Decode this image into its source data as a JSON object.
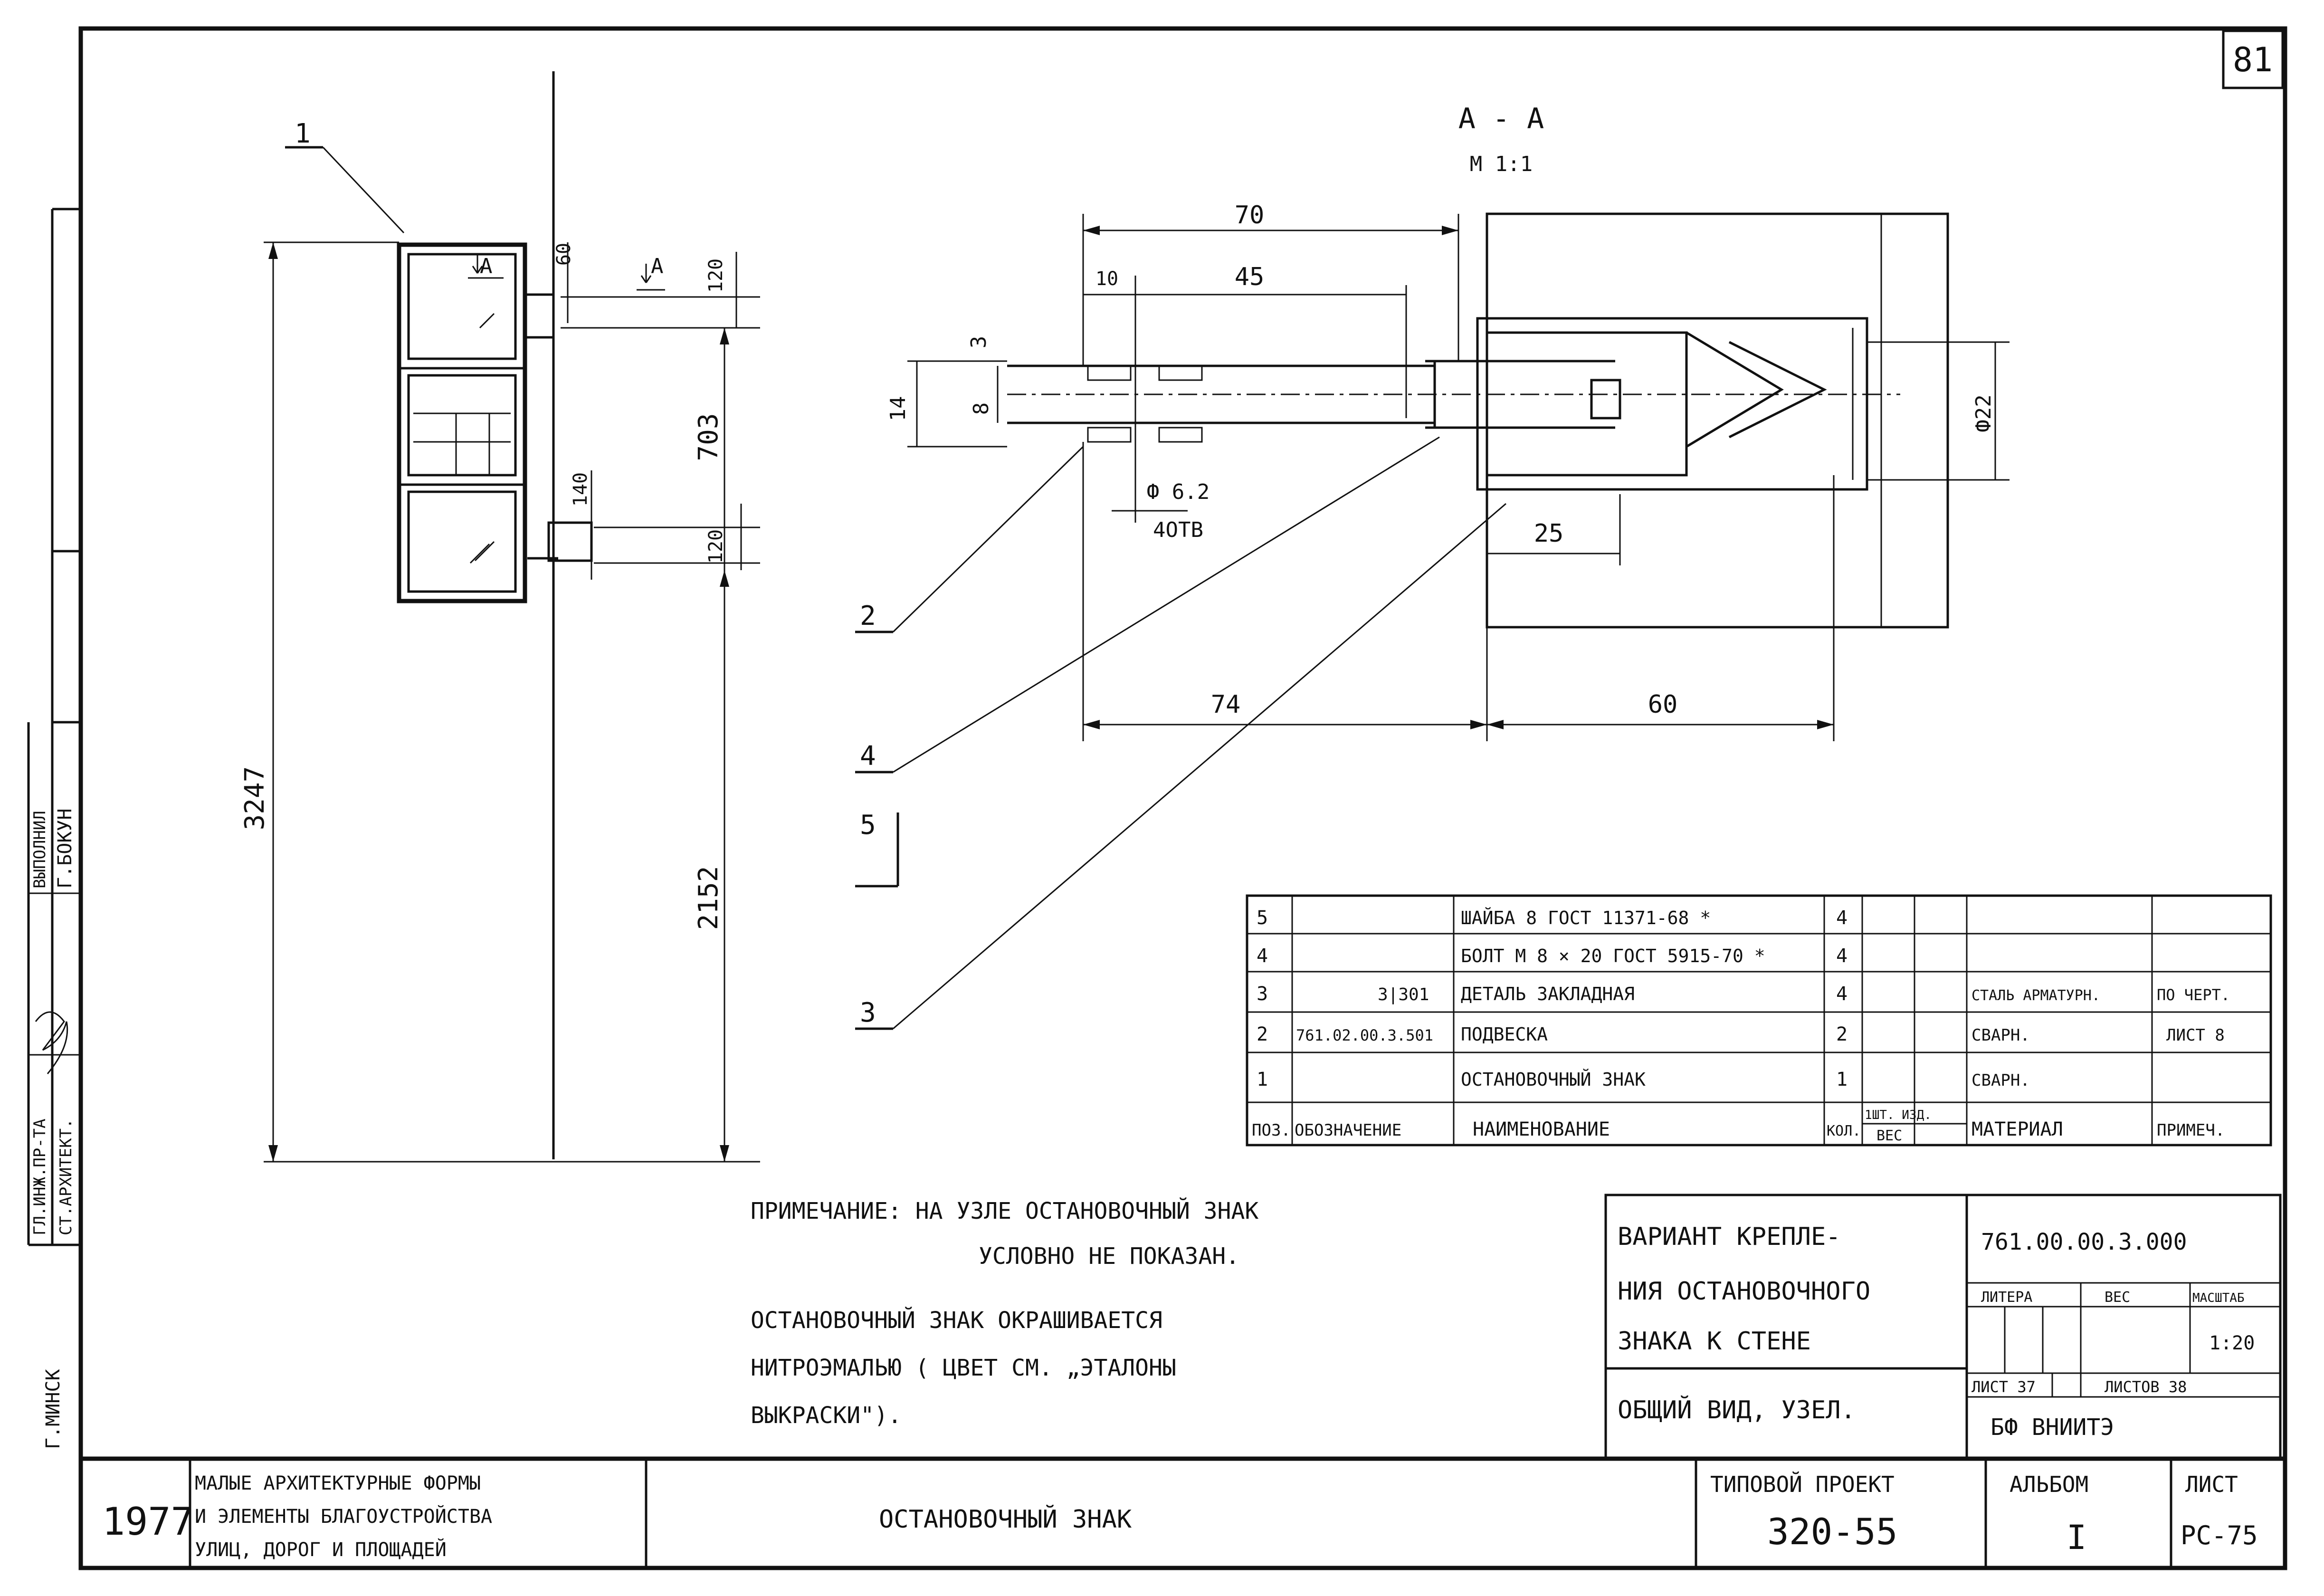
{
  "sheet_number": "81",
  "section_title": "А - А",
  "section_scale": "М 1:1",
  "left_strip": {
    "chief_engineer_label": "ГЛ.ИНЖ.ПР-ТА",
    "senior_architect_label": "СТ.АРХИТЕКТ.",
    "performed_label": "ВЫПОЛНИЛ",
    "performer_name": "Г.БОКУН",
    "city": "Г.МИНСК"
  },
  "callouts": {
    "c1": "1",
    "c2": "2",
    "c3": "3",
    "c4": "4",
    "c5": "5"
  },
  "elevation_dims": {
    "total_height": "3247",
    "lower_height": "2152",
    "span": "703",
    "bracket_top": "120",
    "bracket_bottom": "120",
    "offset_top": "60",
    "offset_side": "140",
    "section_mark_left": "А",
    "section_mark_right": "А"
  },
  "section_dims": {
    "d70": "70",
    "d10": "10",
    "d45": "45",
    "d3": "3",
    "d14": "14",
    "d8": "8",
    "hole_label": "Ф 6.2",
    "hole_count": "4ОТВ",
    "d22": "Ф22",
    "d25": "25",
    "d74": "74",
    "d60": "60"
  },
  "spec_table": {
    "headers": [
      "ПОЗ.",
      "ОБОЗНАЧЕНИЕ",
      "НАИМЕНОВАНИЕ",
      "КОЛ.",
      "1ШТ. ИЗД.",
      "ВЕС",
      "МАТЕРИАЛ",
      "ПРИМЕЧ."
    ],
    "rows": [
      {
        "pos": "5",
        "code": "",
        "name": "ШАЙБА 8 ГОСТ 11371-68 *",
        "qty": "4",
        "material": "",
        "note": ""
      },
      {
        "pos": "4",
        "code": "",
        "name": "БОЛТ М 8 × 20 ГОСТ 5915-70 *",
        "qty": "4",
        "material": "",
        "note": ""
      },
      {
        "pos": "3",
        "code": "3|301",
        "name": "ДЕТАЛЬ ЗАКЛАДНАЯ",
        "qty": "4",
        "material": "СТАЛЬ АРМАТУРН.",
        "note": "ПО ЧЕРТ."
      },
      {
        "pos": "2",
        "code": "761.02.00.3.501",
        "name": "ПОДВЕСКА",
        "qty": "2",
        "material": "СВАРН.",
        "note": "ЛИСТ 8"
      },
      {
        "pos": "1",
        "code": "",
        "name": "ОСТАНОВОЧНЫЙ ЗНАК",
        "qty": "1",
        "material": "СВАРН.",
        "note": ""
      }
    ]
  },
  "notes": {
    "line1": "ПРИМЕЧАНИЕ: НА УЗЛЕ ОСТАНОВОЧНЫЙ ЗНАК",
    "line2": "УСЛОВНО НЕ ПОКАЗАН.",
    "line3": "ОСТАНОВОЧНЫЙ ЗНАК ОКРАШИВАЕТСЯ",
    "line4": "НИТРОЭМАЛЬЮ ( ЦВЕТ СМ. „ЭТАЛОНЫ",
    "line5": "ВЫКРАСКИ\")."
  },
  "title_block": {
    "title_line1": "ВАРИАНТ КРЕПЛЕ-",
    "title_line2": "НИЯ ОСТАНОВОЧНОГО",
    "title_line3": "ЗНАКА К СТЕНЕ",
    "subtitle": "ОБЩИЙ ВИД, УЗЕЛ.",
    "doc_code": "761.00.00.3.000",
    "litera_label": "ЛИТЕРА",
    "weight_label": "ВЕС",
    "scale_label": "МАСШТАБ",
    "scale_value": "1:20",
    "sheet_label": "ЛИСТ 37",
    "sheets_label": "ЛИСТОВ 38",
    "organization": "БФ ВНИИТЭ"
  },
  "bottom_strip": {
    "year": "1977",
    "series_line1": "МАЛЫЕ АРХИТЕКТУРНЫЕ ФОРМЫ",
    "series_line2": "И ЭЛЕМЕНТЫ БЛАГОУСТРОЙСТВА",
    "series_line3": "УЛИЦ, ДОРОГ И ПЛОЩАДЕЙ",
    "item_name": "ОСТАНОВОЧНЫЙ ЗНАК",
    "project_label": "ТИПОВОЙ ПРОЕКТ",
    "project_number": "320-55",
    "album_label": "АЛЬБОМ",
    "album_value": "I",
    "sheet_label": "ЛИСТ",
    "sheet_value": "РС-75"
  }
}
